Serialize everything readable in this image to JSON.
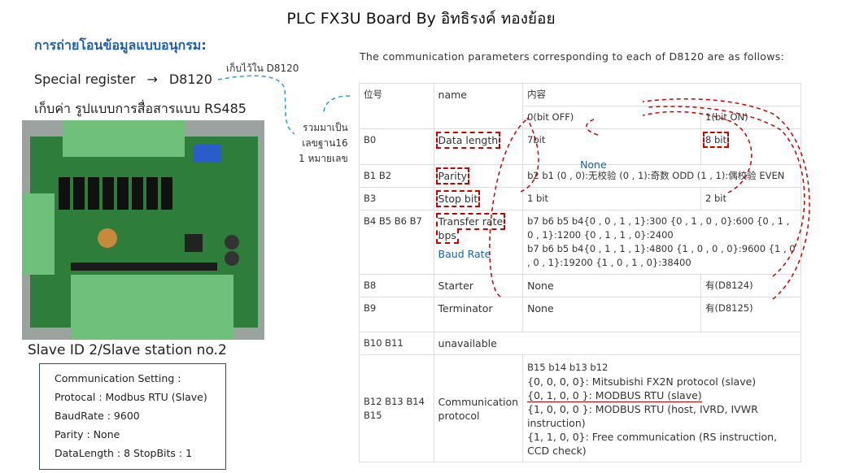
{
  "title": "PLC  FX3U Board  By อิทธิรงค์  ทองย้อย",
  "heading": "การถ่ายโอนข้อมูลแบบอนุกรม:",
  "special_register": {
    "label": "Special register",
    "arrow": "→",
    "value": "D8120"
  },
  "store_text": "เก็บค่า รูปแบบการสื่อสารแบบ RS485",
  "note_stored": "เก็บไว้ใน D8120",
  "note_hex": [
    "รวมมาเป็น",
    "เลขฐาน16",
    "1 หมายเลข"
  ],
  "slave_id": "Slave ID 2/Slave station no.2",
  "settings": {
    "title": "Communication Setting :",
    "protocol": "Protocal : Modbus RTU (Slave)",
    "baud": "BaudRate : 9600",
    "parity": "Parity : None",
    "length_stop": "DataLength  : 8    StopBits : 1"
  },
  "intro": "The communication parameters corresponding to each of D8120 are as follows:",
  "table": {
    "h_bit": "位号",
    "h_name": "name",
    "h_content": "内容",
    "h_off": "0(bit OFF)",
    "h_on": "1(bit ON)",
    "b0": {
      "bit": "B0",
      "name": "Data length",
      "off": "7bit",
      "on": "8 bit"
    },
    "b1": {
      "bit": "B1 B2",
      "name": "Parity",
      "content": "b2 b1 (0 , 0):无校验 (0 , 1):奇数 ODD (1 , 1):偶校验 EVEN",
      "annotation": "None"
    },
    "b3": {
      "bit": "B3",
      "name": "Stop bit",
      "off": "1 bit",
      "on": "2 bit"
    },
    "b4": {
      "bit": "B4 B5 B6 B7",
      "name": "Transfer rate bps",
      "annotation": "Baud Rate",
      "line1": "b7 b6 b5 b4{0 , 0 , 1 , 1}:300 {0 , 1 , 0 , 0}:600 {0 , 1 , 0 , 1}:1200 {0 , 1 , 1 , 0}:2400",
      "line2": "b7 b6 b5 b4{0 , 1 , 1 , 1}:4800 {1 , 0 , 0 , 0}:9600 {1 , 0 , 0 , 1}:19200 {1 , 0 , 1 , 0}:38400"
    },
    "b8": {
      "bit": "B8",
      "name": "Starter",
      "off": "None",
      "on": "有(D8124)"
    },
    "b9": {
      "bit": "B9",
      "name": "Terminator",
      "off": "None",
      "on": "有(D8125)"
    },
    "b10": {
      "bit": "B10 B11",
      "content": "unavailable"
    },
    "b12": {
      "bit": "B12 B13 B14 B15",
      "name": "Communication protocol",
      "lines": [
        "B15 b14 b13 b12",
        "{0, 0, 0, 0}: Mitsubishi FX2N protocol (slave)",
        "{0, 1, 0, 0 }: MODBUS RTU (slave)",
        "{1, 0, 0, 0 }: MODBUS RTU (host, IVRD, IVWR instruction)",
        "{1, 1, 0, 0}: Free communication (RS instruction, CCD check)"
      ]
    }
  },
  "colors": {
    "accent_blue": "#1f5fa8",
    "annotation_red": "#c00000",
    "arrow_blue": "#2a9fd6"
  }
}
